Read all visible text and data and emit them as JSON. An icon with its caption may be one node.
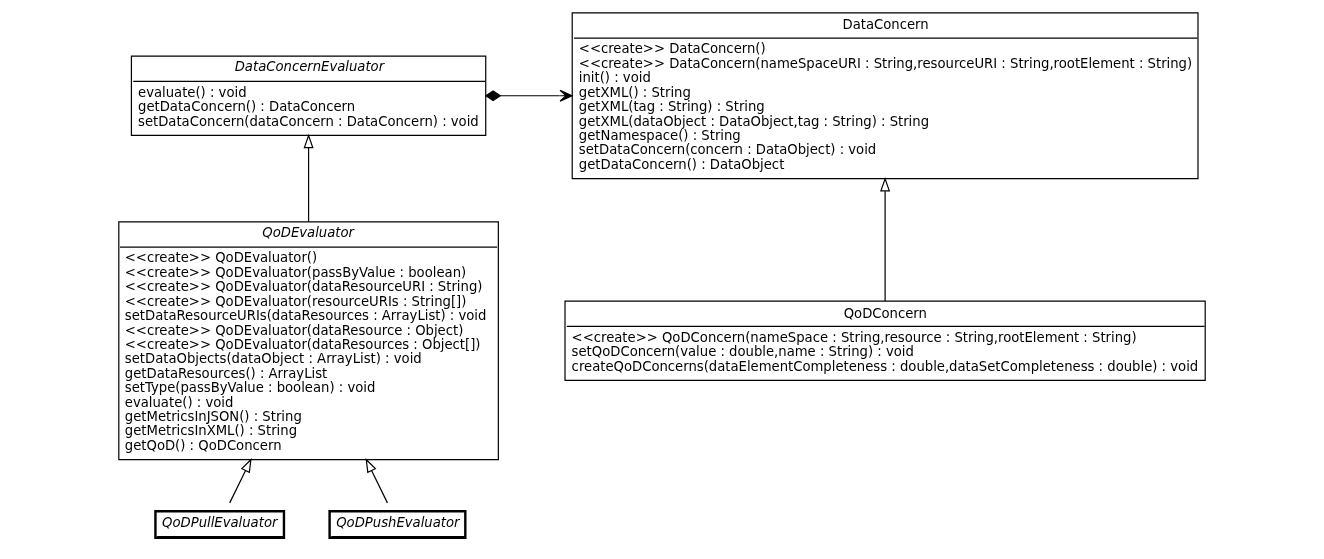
{
  "diagram": {
    "nodes": [
      {
        "text": [
          "DataConcernEvaluator",
          "evaluate() : void",
          "getDataConcern() : DataConcern",
          "setDataConcern(dataConcern : DataConcern) : void"
        ]
      },
      {
        "text": [
          "DataConcern",
          "<<create>> DataConcern()",
          "<<create>> DataConcern(nameSpaceURI : String,resourceURI : String,rootElement : String)",
          "init() : void",
          "getXML() : String",
          "getXML(tag : String) : String",
          "getXML(dataObject : DataObject,tag : String) : String",
          "getNamespace() : String",
          "setDataConcern(concern : DataObject) : void",
          "getDataConcern() : DataObject"
        ]
      },
      {
        "text": [
          "QoDEvaluator",
          "<<create>> QoDEvaluator()",
          "<<create>> QoDEvaluator(passByValue : boolean)",
          "<<create>> QoDEvaluator(dataResourceURI : String)",
          "<<create>> QoDEvaluator(resourceURIs : String[])",
          "setDataResourceURIs(dataResources : ArrayList) : void",
          "<<create>> QoDEvaluator(dataResource : Object)",
          "<<create>> QoDEvaluator(dataResources : Object[])",
          "setDataObjects(dataObject : ArrayList) : void",
          "getDataResources() : ArrayList",
          "setType(passByValue : boolean) : void",
          "evaluate() : void",
          "getMetricsInJSON() : String",
          "getMetricsInXML() : String",
          "getQoD() : QoDConcern"
        ]
      },
      {
        "text": [
          "QoDConcern",
          "<<create>> QoDConcern(nameSpace : String,resource : String,rootElement : String)",
          "setQoDConcern(value : double,name : String) : void",
          "createQoDConcerns(dataElementCompleteness : double,dataSetCompleteness : double) : void"
        ]
      },
      {
        "text": [
          "QoDPullEvaluator"
        ]
      },
      {
        "text": [
          "QoDPushEvaluator"
        ]
      }
    ],
    "edges": [
      {
        "from": 0,
        "to": 1,
        "arrow": "to"
      },
      {
        "from": 2,
        "to": 0,
        "arrow": "to"
      },
      {
        "from": 3,
        "to": 1,
        "arrow": "to"
      },
      {
        "from": 4,
        "to": 2,
        "arrow": "to"
      },
      {
        "from": 5,
        "to": 2,
        "arrow": "to"
      }
    ]
  }
}
